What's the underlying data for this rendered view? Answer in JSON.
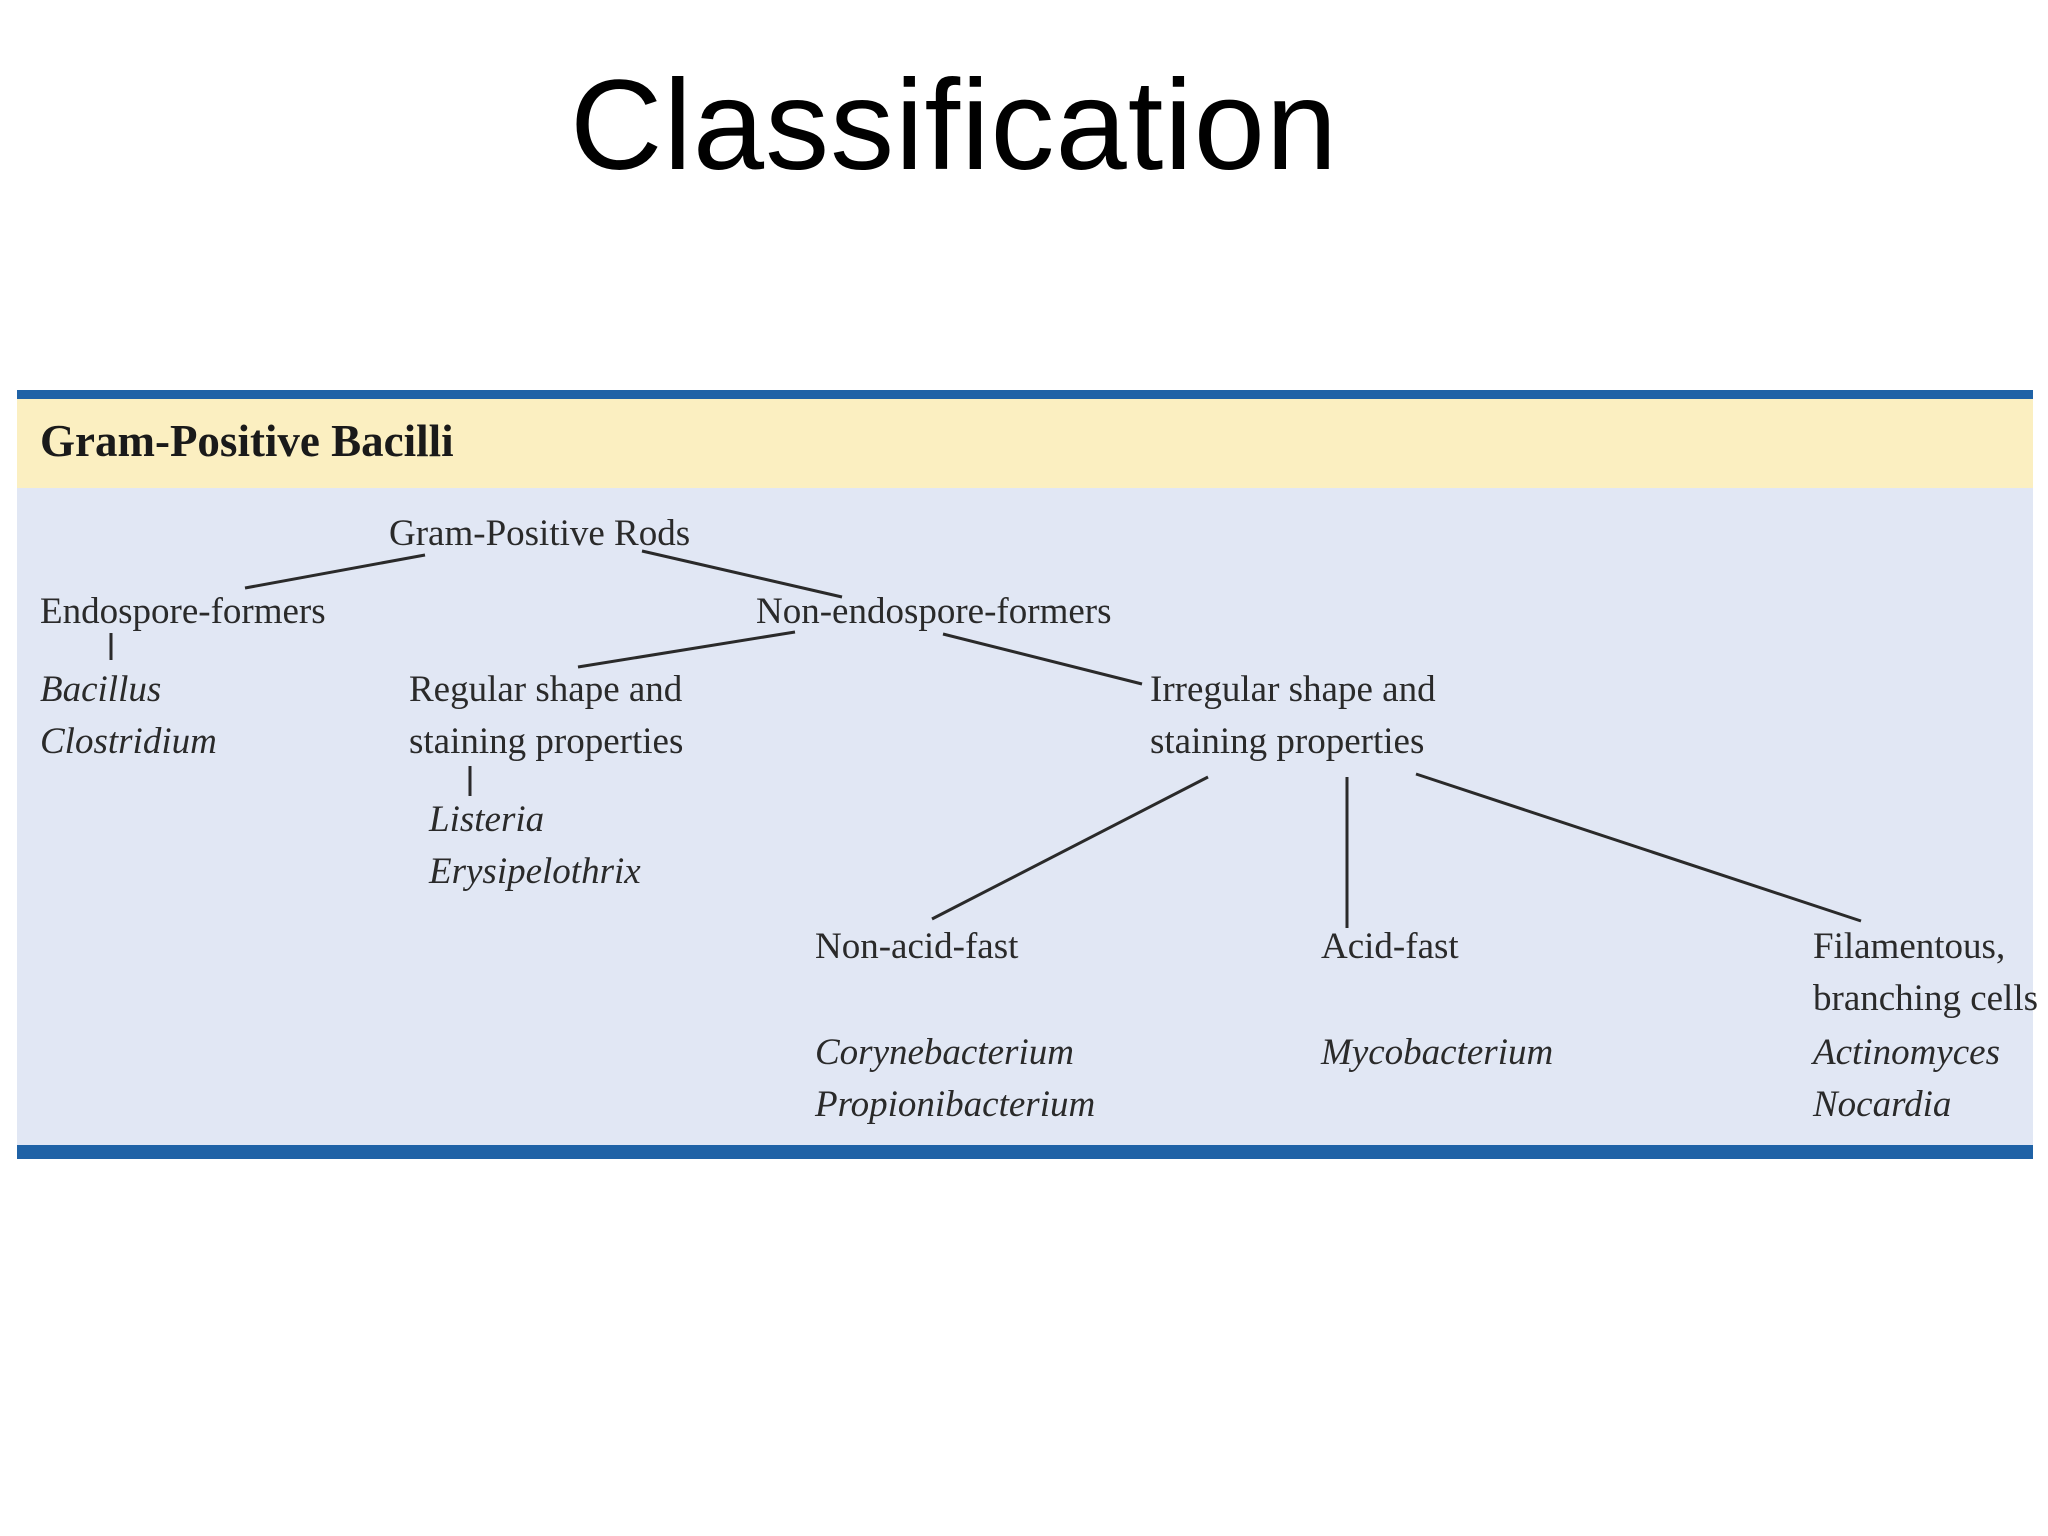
{
  "slide": {
    "title": "Classification"
  },
  "figure": {
    "header": "Gram-Positive Bacilli",
    "colors": {
      "header_band": "#fbefc1",
      "panel": "#e1e7f4",
      "rules": "#1f62a6"
    }
  },
  "tree": {
    "root": "Gram-Positive Rods",
    "endospore_formers": {
      "label": "Endospore-formers",
      "genera": [
        "Bacillus",
        "Clostridium"
      ]
    },
    "non_endospore_formers": {
      "label": "Non-endospore-formers",
      "regular": {
        "label_line1": "Regular shape and",
        "label_line2": "staining properties",
        "genera": [
          "Listeria",
          "Erysipelothrix"
        ]
      },
      "irregular": {
        "label_line1": "Irregular shape and",
        "label_line2": "staining properties",
        "non_acid_fast": {
          "label": "Non-acid-fast",
          "genera": [
            "Corynebacterium",
            "Propionibacterium"
          ]
        },
        "acid_fast": {
          "label": "Acid-fast",
          "genera": [
            "Mycobacterium"
          ]
        },
        "filamentous": {
          "label_line1": "Filamentous,",
          "label_line2": "branching cells",
          "genera": [
            "Actinomyces",
            "Nocardia"
          ]
        }
      }
    }
  }
}
